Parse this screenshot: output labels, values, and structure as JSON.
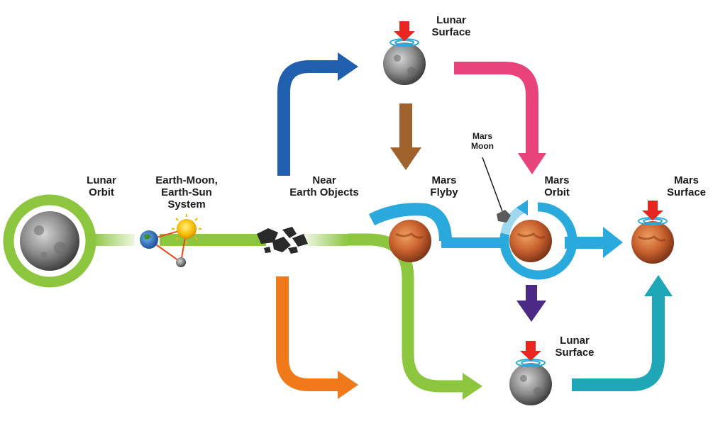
{
  "nodes": {
    "lunar_orbit": "Lunar\nOrbit",
    "earth_moon_sun": "Earth-Moon,\nEarth-Sun\nSystem",
    "near_earth_objects": "Near\nEarth Objects",
    "lunar_surface_top": "Lunar\nSurface",
    "mars_moon": "Mars\nMoon",
    "mars_flyby": "Mars\nFlyby",
    "mars_orbit": "Mars\nOrbit",
    "mars_surface": "Mars\nSurface",
    "lunar_surface_bottom": "Lunar\nSurface"
  },
  "colors": {
    "green": "#8cc63f",
    "blue_dark": "#1f5fae",
    "pink": "#e8437a",
    "brown": "#a0622d",
    "orange": "#f07a1a",
    "cyan": "#29a9dc",
    "purple": "#4b2a85",
    "teal": "#1fa7b8",
    "red_marker": "#e8251f",
    "mars": "#c8612f",
    "moon": "#8e8e8e"
  }
}
